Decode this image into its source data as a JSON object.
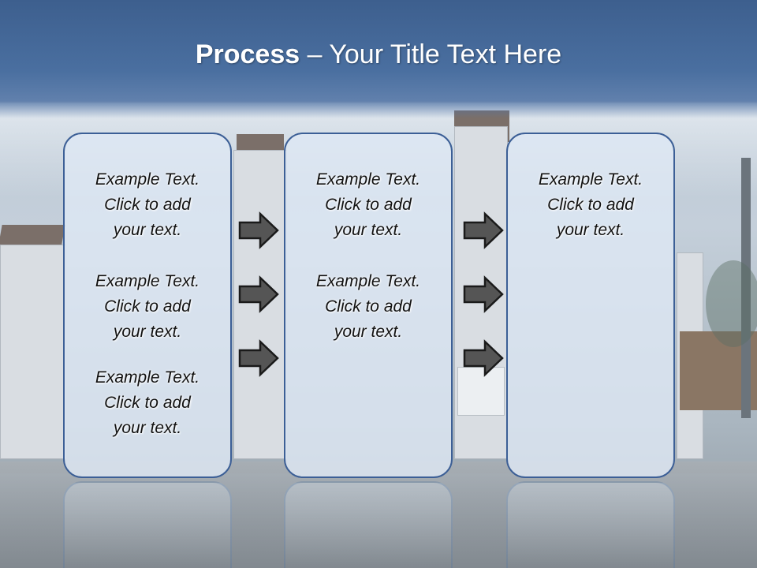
{
  "title": {
    "bold": "Process",
    "rest": " – Your Title Text Here"
  },
  "panels": [
    {
      "blocks": [
        [
          "Example Text.",
          "Click  to add",
          "your text."
        ],
        [
          "Example Text.",
          "Click  to add",
          "your text."
        ],
        [
          "Example Text.",
          "Click  to add",
          "your text."
        ]
      ]
    },
    {
      "blocks": [
        [
          "Example Text.",
          "Click  to add",
          "your text."
        ],
        [
          "Example Text.",
          "Click  to add",
          "your text."
        ]
      ]
    },
    {
      "blocks": [
        [
          "Example Text.",
          "Click  to add",
          "your text."
        ]
      ]
    }
  ],
  "colors": {
    "header": "#3d5f8e",
    "panel_border": "#3c5f96",
    "arrow_fill": "#555555",
    "arrow_stroke": "#1a1a1a"
  },
  "icons": {
    "arrow": "right-arrow-icon"
  }
}
